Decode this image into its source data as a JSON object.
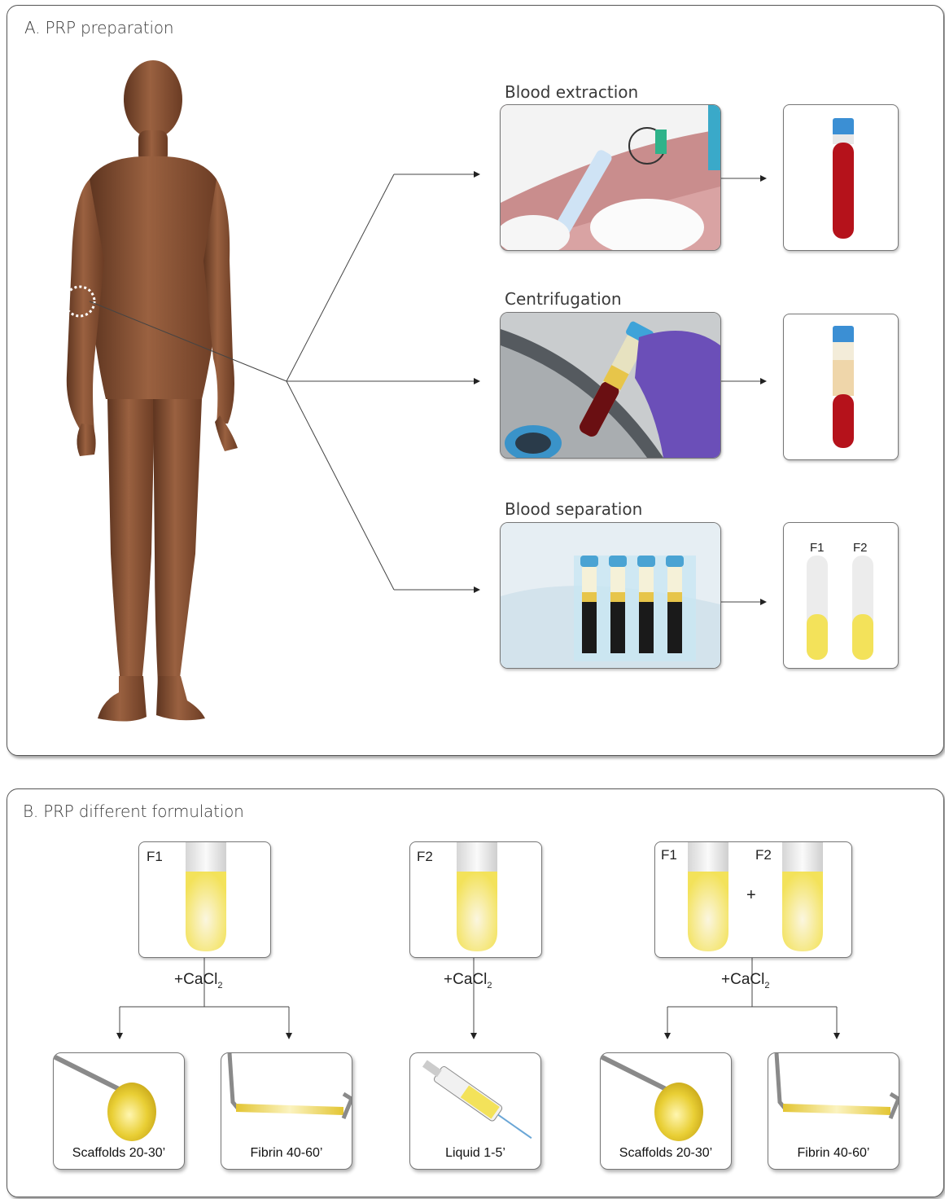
{
  "panel_a": {
    "title": "A. PRP preparation",
    "steps": [
      {
        "title": "Blood extraction"
      },
      {
        "title": "Centrifugation"
      },
      {
        "title": "Blood separation"
      }
    ],
    "fraction_labels": [
      "F1",
      "F2"
    ]
  },
  "panel_b": {
    "title": "B. PRP different formulation",
    "groups": [
      {
        "labels": [
          "F1"
        ],
        "additive": "+CaCl",
        "additive_sub": "2",
        "outputs": [
          {
            "label": "Scaffolds 20-30’"
          },
          {
            "label": "Fibrin 40-60’"
          }
        ]
      },
      {
        "labels": [
          "F2"
        ],
        "additive": "+CaCl",
        "additive_sub": "2",
        "outputs": [
          {
            "label": "Liquid 1-5’"
          }
        ]
      },
      {
        "labels": [
          "F1",
          "F2"
        ],
        "plus": "+",
        "additive": "+CaCl",
        "additive_sub": "2",
        "outputs": [
          {
            "label": "Scaffolds 20-30’"
          },
          {
            "label": "Fibrin 40-60’"
          }
        ]
      }
    ]
  },
  "colors": {
    "blood": "#b5121b",
    "plasma": "#f3e25a",
    "cap": "#3b8fd4",
    "skin": "#8a5436"
  }
}
